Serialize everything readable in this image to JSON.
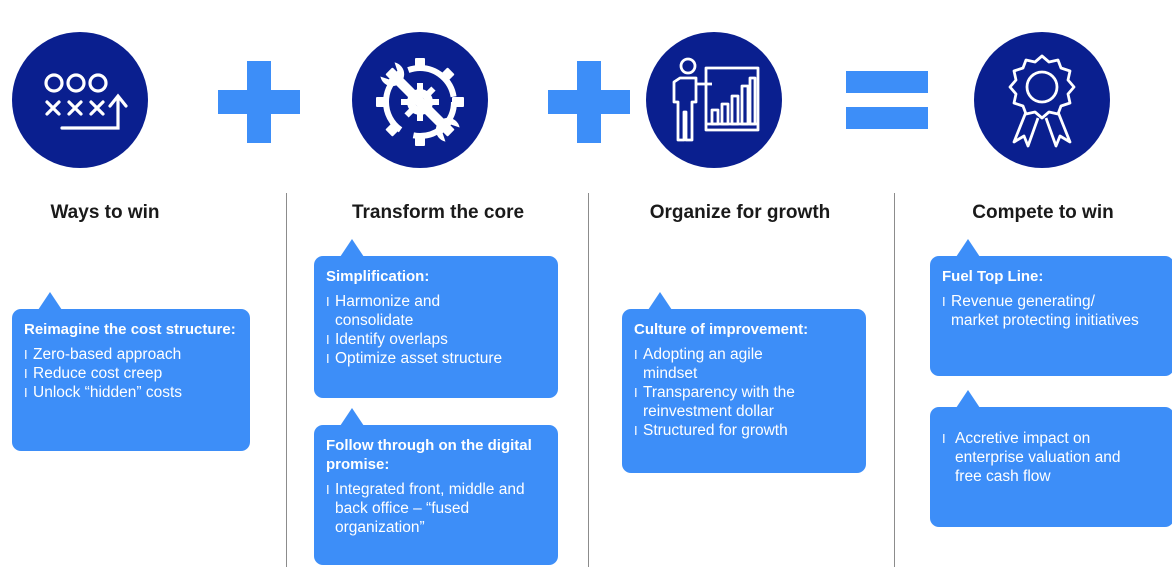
{
  "colors": {
    "navy": "#0a1f8f",
    "accent": "#3d8ef8",
    "callout": "#3d8ef8"
  },
  "operators": {
    "plus_1": "+",
    "plus_2": "+",
    "equals": "="
  },
  "columns": [
    {
      "title": "Ways to win",
      "icon": "playbook-icon",
      "callouts": [
        {
          "heading": "Reimagine the cost structure:",
          "items": [
            "Zero-based approach",
            "Reduce cost creep",
            "Unlock “hidden” costs"
          ]
        }
      ]
    },
    {
      "title": "Transform the core",
      "icon": "gears-wrench-icon",
      "callouts": [
        {
          "heading": "Simplification:",
          "items": [
            "Harmonize and consolidate",
            "Identify overlaps",
            "Optimize asset structure"
          ]
        },
        {
          "heading": "Follow through on the digital promise:",
          "items": [
            "Integrated front, middle and back office – “fused  organization”"
          ]
        }
      ]
    },
    {
      "title": "Organize for growth",
      "icon": "presenter-chart-icon",
      "callouts": [
        {
          "heading": "Culture of improvement:",
          "items": [
            "Adopting an agile mindset",
            "Transparency with the reinvestment dollar",
            "Structured for growth"
          ]
        }
      ]
    },
    {
      "title": "Compete to win",
      "icon": "award-ribbon-icon",
      "callouts": [
        {
          "heading": "Fuel Top Line:",
          "items": [
            "Revenue generating/ market protecting initiatives"
          ]
        },
        {
          "heading": "",
          "items": [
            "Accretive impact on enterprise valuation and free cash flow"
          ]
        }
      ]
    }
  ]
}
